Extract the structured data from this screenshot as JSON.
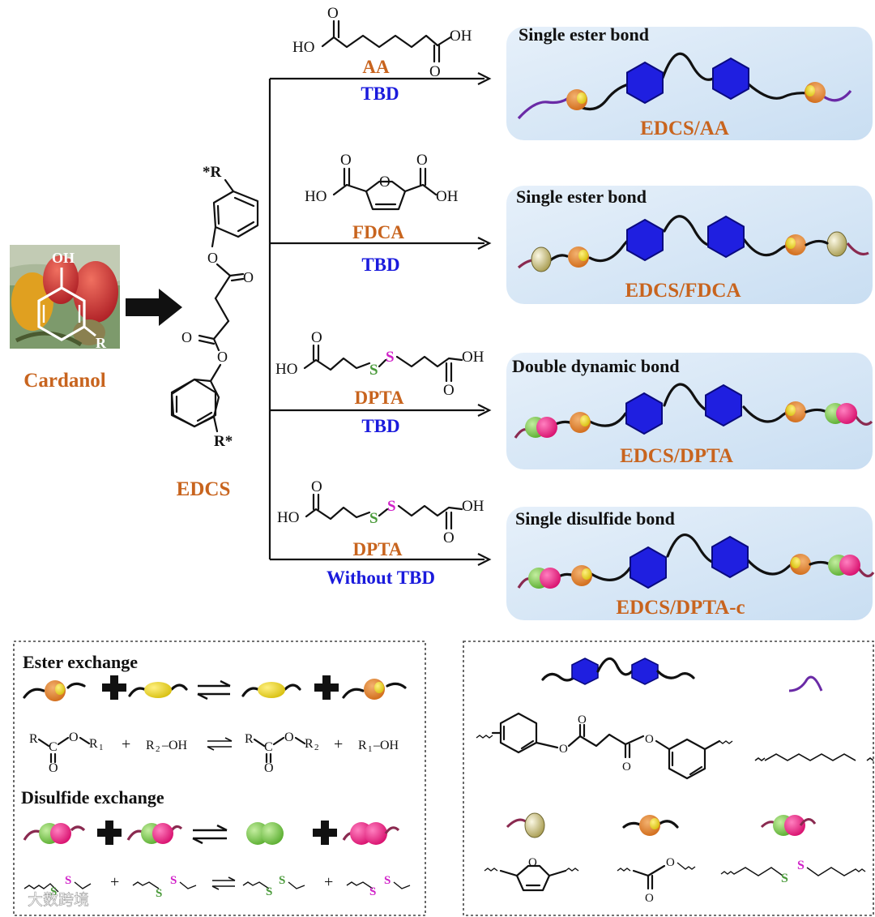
{
  "left": {
    "cardanol_label": "Cardanol",
    "cardanol_oh": "OH",
    "cardanol_r": "R",
    "edcs_label": "EDCS",
    "edcs_top_r": "*R",
    "edcs_bottom_r": "R*",
    "edcs_o1": "O",
    "edcs_o2": "O",
    "edcs_o3": "O",
    "edcs_o4": "O"
  },
  "routes": [
    {
      "reagent": "AA",
      "catalyst": "TBD",
      "ho": "HO",
      "oh": "OH",
      "o_top": "O",
      "o_bottom": "O"
    },
    {
      "reagent": "FDCA",
      "catalyst": "TBD",
      "ho": "HO",
      "oh": "OH",
      "o_left": "O",
      "o_right": "O",
      "o_ring": "O"
    },
    {
      "reagent": "DPTA",
      "catalyst": "TBD",
      "ho": "HO",
      "oh": "OH",
      "o_left": "O",
      "o_right": "O",
      "s1": "S",
      "s2": "S"
    },
    {
      "reagent": "DPTA",
      "catalyst": "Without TBD",
      "ho": "HO",
      "oh": "OH",
      "o_left": "O",
      "o_right": "O",
      "s1": "S",
      "s2": "S"
    }
  ],
  "panels": [
    {
      "title": "Single ester bond",
      "name": "EDCS/AA"
    },
    {
      "title": "Single ester bond",
      "name": "EDCS/FDCA"
    },
    {
      "title": "Double dynamic bond",
      "name": "EDCS/DPTA"
    },
    {
      "title": "Single disulfide bond",
      "name": "EDCS/DPTA-c"
    }
  ],
  "legend_left": {
    "ester_title": "Ester  exchange",
    "disulfide_title": "Disulfide exchange",
    "ester_eq": {
      "r": "R",
      "c": "C",
      "o": "O",
      "o2": "O",
      "r1": "R",
      "sub1": "1",
      "r2oh": "R",
      "sub2": "2",
      "oh": "–OH",
      "r1oh_r": "R",
      "r1oh_sub": "1",
      "r1oh_oh": "–OH",
      "plus": "+"
    },
    "s": "S"
  },
  "legend_right": {
    "o": "O",
    "s": "S"
  },
  "watermark": "大数跨境",
  "colors": {
    "panel_bg": "#d2e5f5",
    "ring": "#1f1fe0",
    "orange": "#c8641e",
    "blue": "#1a1adc",
    "ester_orange": "#e08a38",
    "ester_yellow": "#e6d21e",
    "furan_bead": "#dcd49c",
    "green": "#8ecf5a",
    "pink": "#ee2d8c",
    "purple": "#6a2aa6",
    "maroon": "#8a2a50",
    "s_green": "#4a9a3a",
    "s_magenta": "#d020c8"
  }
}
